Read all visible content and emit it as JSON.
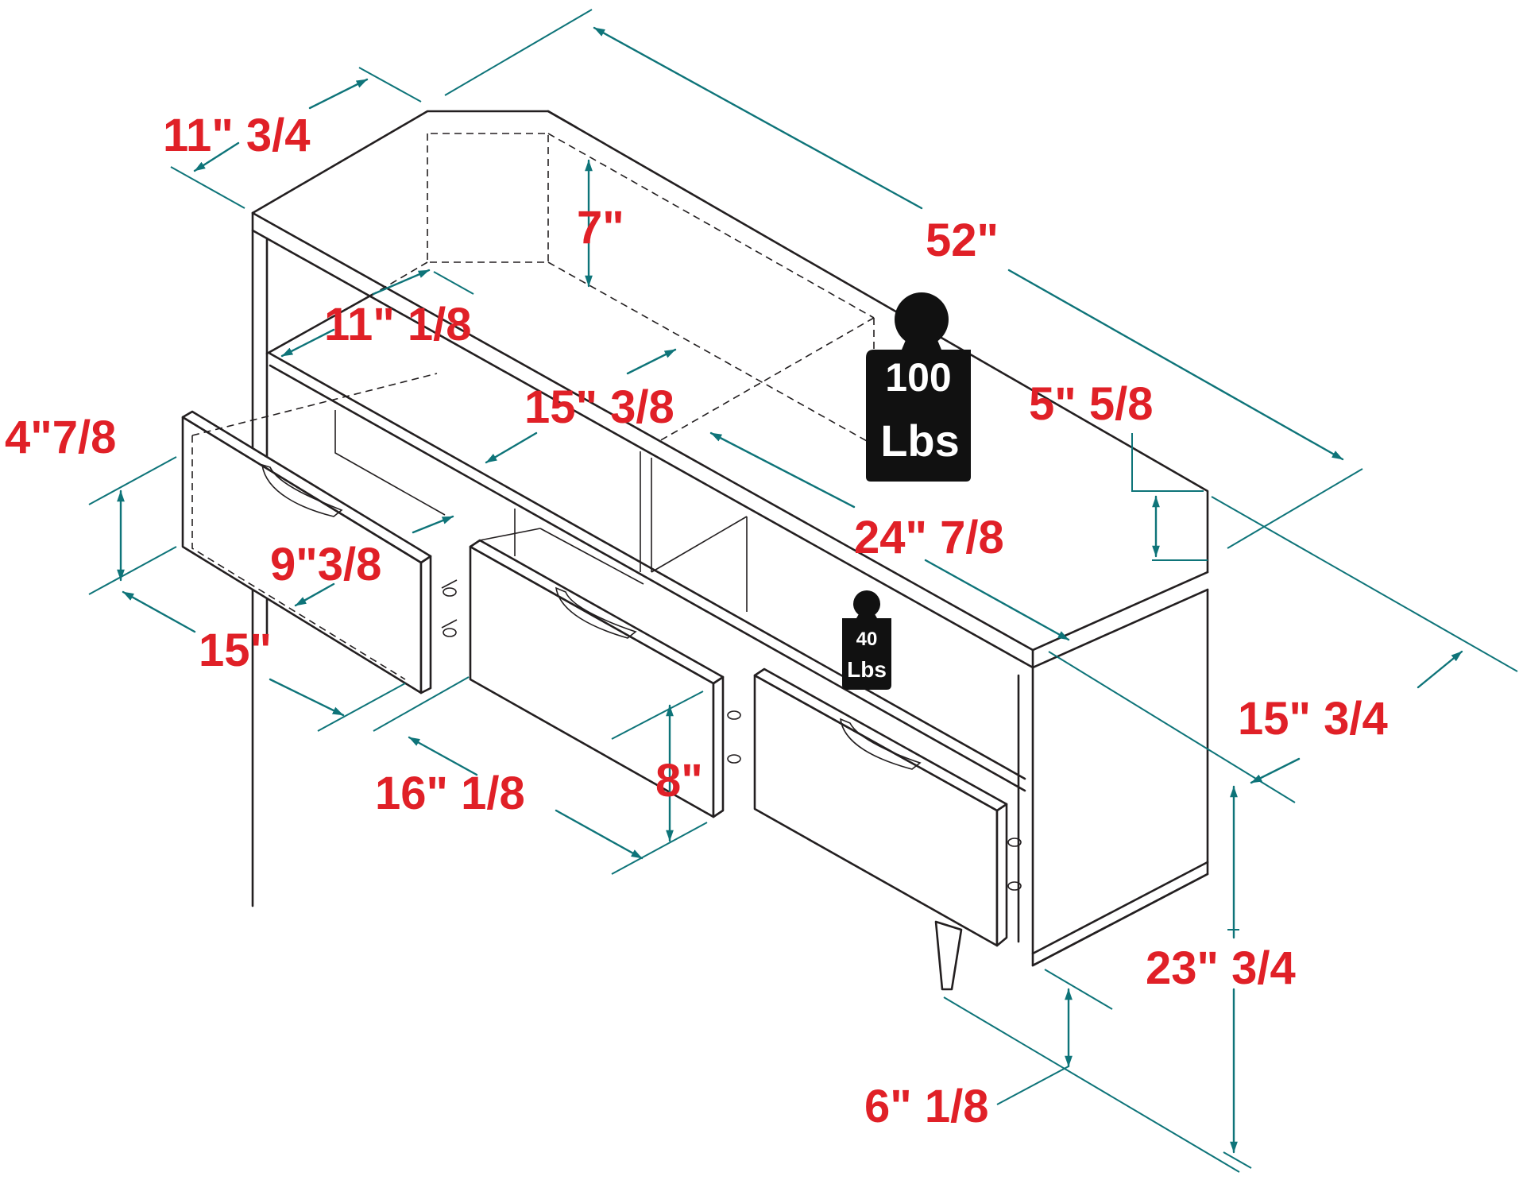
{
  "colors": {
    "dimension_text": "#e02027",
    "dimension_lines": "#0e7479",
    "furniture_outline": "#231f20",
    "weight_icon": "#111111"
  },
  "dimensions": {
    "top_depth": "11\" 3/4",
    "overall_width": "52\"",
    "top_open_height": "7\"",
    "inner_depth": "11\" 1/8",
    "inner_width": "15\" 3/8",
    "drawer_height": "4\"7/8",
    "drawer_inner_depth": "9\"3/8",
    "drawer_width": "15\"",
    "middle_drawer_width": "16\" 1/8",
    "middle_drawer_height": "8\"",
    "shelf_width": "24\" 7/8",
    "side_panel_height": "5\" 5/8",
    "overall_depth": "15\" 3/4",
    "overall_height": "23\" 3/4",
    "leg_height": "6\" 1/8"
  },
  "weight_badges": {
    "top": {
      "value": "100",
      "unit": "Lbs"
    },
    "shelf": {
      "value": "40",
      "unit": "Lbs"
    }
  }
}
